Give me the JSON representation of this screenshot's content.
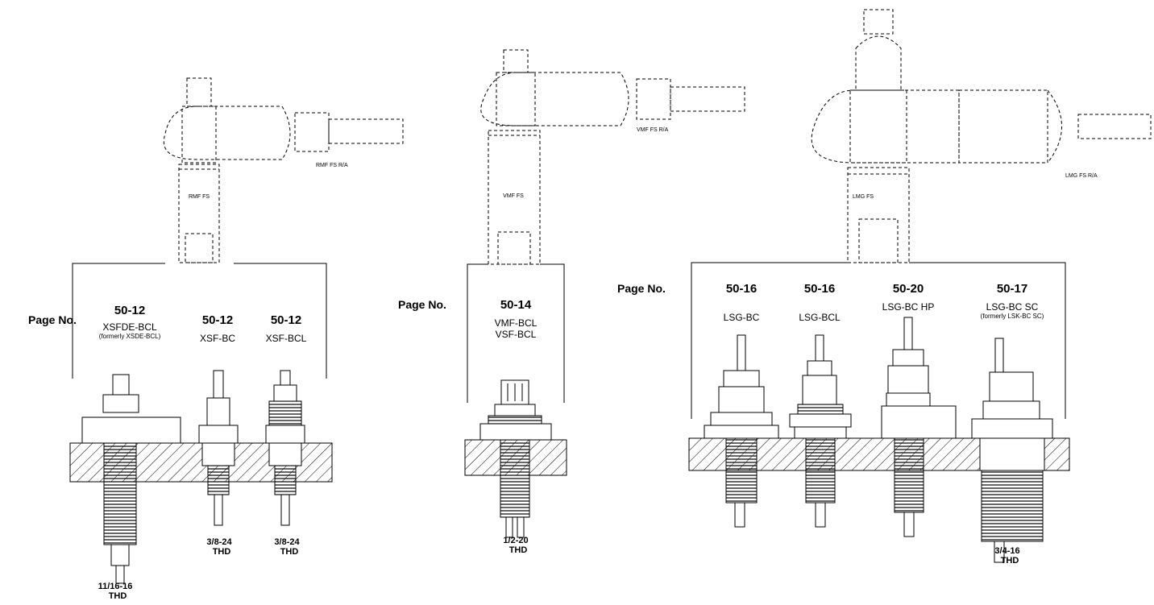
{
  "page_no_label": "Page No.",
  "groups": [
    {
      "drawing_labels": [
        "RMF FS",
        "RMF FS R/A"
      ],
      "items": [
        {
          "page": "50-12",
          "model": "XSFDE-BCL",
          "note": "(formerly XSDE-BCL)",
          "thread": [
            "11/16-16",
            "THD"
          ]
        },
        {
          "page": "50-12",
          "model": "XSF-BC",
          "thread": [
            "3/8-24",
            "THD"
          ]
        },
        {
          "page": "50-12",
          "model": "XSF-BCL",
          "thread": [
            "3/8-24",
            "THD"
          ]
        }
      ]
    },
    {
      "drawing_labels": [
        "VMF FS",
        "VMF FS R/A"
      ],
      "items": [
        {
          "page": "50-14",
          "model": [
            "VMF-BCL",
            "VSF-BCL"
          ],
          "thread": [
            "1/2-20",
            "THD"
          ]
        }
      ]
    },
    {
      "drawing_labels": [
        "LMG FS",
        "LMG FS R/A"
      ],
      "items": [
        {
          "page": "50-16",
          "model": "LSG-BC"
        },
        {
          "page": "50-16",
          "model": "LSG-BCL"
        },
        {
          "page": "50-20",
          "model": "LSG-BC HP"
        },
        {
          "page": "50-17",
          "model": "LSG-BC SC",
          "note": "(formerly LSK-BC SC)",
          "thread": [
            "3/4-16",
            "THD"
          ]
        }
      ]
    }
  ]
}
